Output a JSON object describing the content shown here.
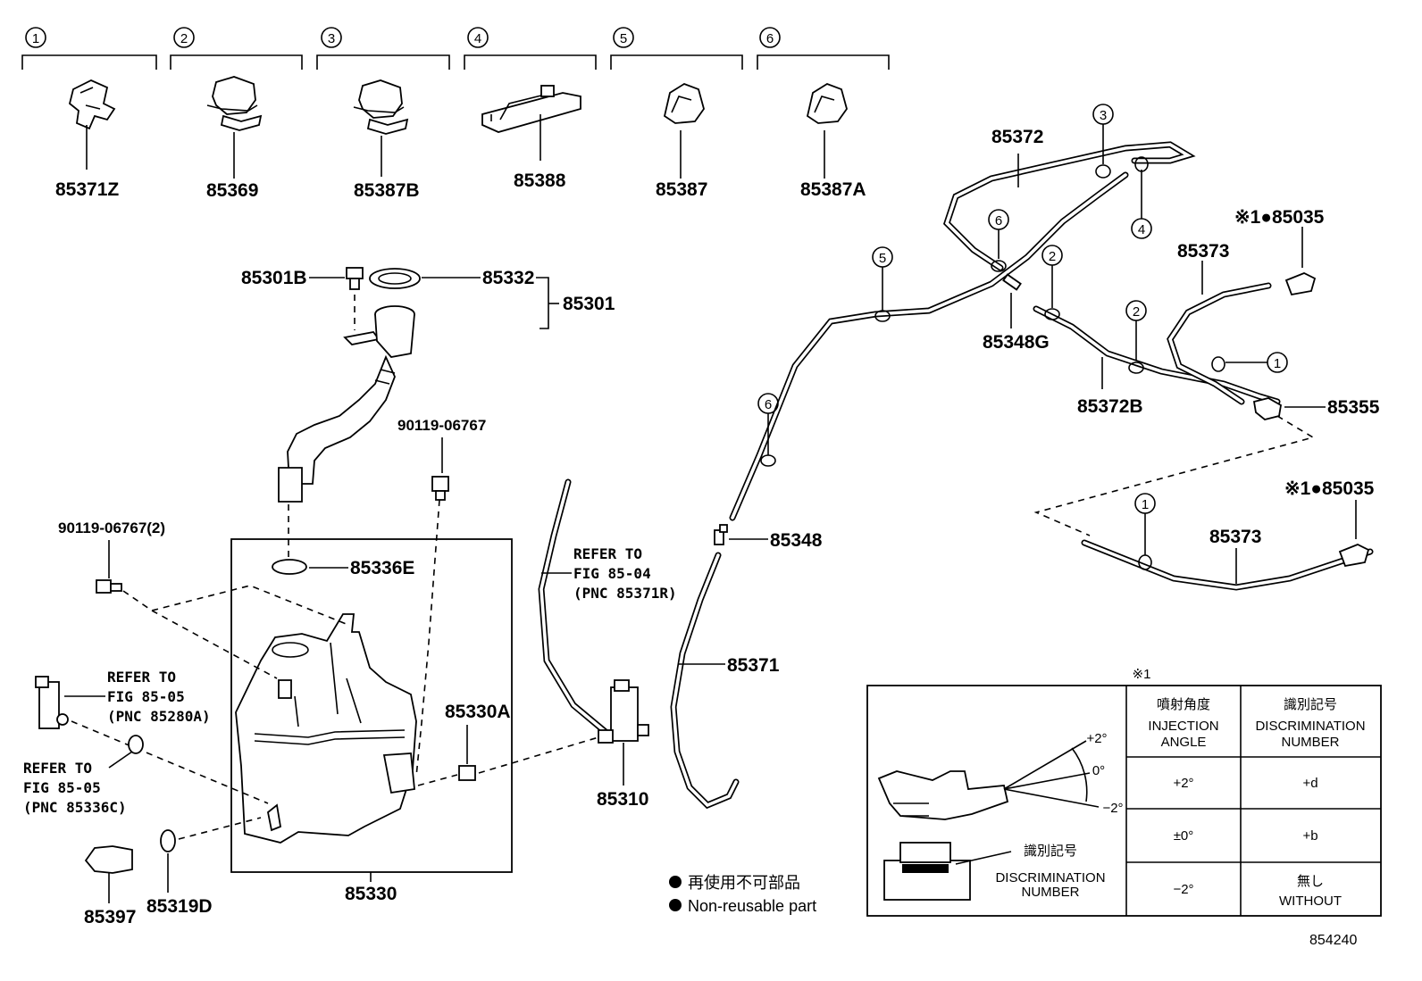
{
  "clip_groups": [
    {
      "num": "1",
      "part": "85371Z"
    },
    {
      "num": "2",
      "part": "85369"
    },
    {
      "num": "3",
      "part": "85387B"
    },
    {
      "num": "4",
      "part": "85388"
    },
    {
      "num": "5",
      "part": "85387"
    },
    {
      "num": "6",
      "part": "85387A"
    }
  ],
  "parts": {
    "p85301B": "85301B",
    "p85332": "85332",
    "p85301": "85301",
    "p90119_a": "90119-06767",
    "p90119_b": "90119-06767(2)",
    "p85336E": "85336E",
    "p85330A": "85330A",
    "p85330": "85330",
    "p85310": "85310",
    "p85397": "85397",
    "p85319D": "85319D",
    "p85372": "85372",
    "p85348G": "85348G",
    "p85372B": "85372B",
    "p85373_a": "85373",
    "p85373_b": "85373",
    "p85355": "85355",
    "p85348": "85348",
    "p85371": "85371",
    "p85035_a": "※1●85035",
    "p85035_b": "※1●85035"
  },
  "refs": {
    "ref_a": [
      "REFER TO",
      "FIG 85-04",
      "(PNC 85371R)"
    ],
    "ref_b": [
      "REFER TO",
      "FIG 85-05",
      "(PNC 85280A)"
    ],
    "ref_c": [
      "REFER TO",
      "FIG 85-05",
      "(PNC 85336C)"
    ]
  },
  "hose_clips": {
    "c1": "3",
    "c2": "4",
    "c3": "6",
    "c4": "5",
    "c5": "2",
    "c6": "2",
    "c7": "1",
    "c8": "6",
    "c9": "1"
  },
  "legend": {
    "jp": "再使用不可部品",
    "en": "Non-reusable part"
  },
  "table": {
    "note": "※1",
    "head_angle_jp": "噴射角度",
    "head_angle_en1": "INJECTION",
    "head_angle_en2": "ANGLE",
    "head_disc_jp": "識別記号",
    "head_disc_en1": "DISCRIMINATION",
    "head_disc_en2": "NUMBER",
    "angle_plus": "+2°",
    "angle_zero": "0°",
    "angle_minus": "−2°",
    "rows": [
      {
        "angle": "+2°",
        "disc": "+d",
        "disc2": ""
      },
      {
        "angle": "±0°",
        "disc": "+b",
        "disc2": ""
      },
      {
        "angle": "−2°",
        "disc": "無し",
        "disc2": "WITHOUT"
      }
    ],
    "ident_jp": "識別記号",
    "ident_en1": "DISCRIMINATION",
    "ident_en2": "NUMBER"
  },
  "diagram_code": "854240"
}
